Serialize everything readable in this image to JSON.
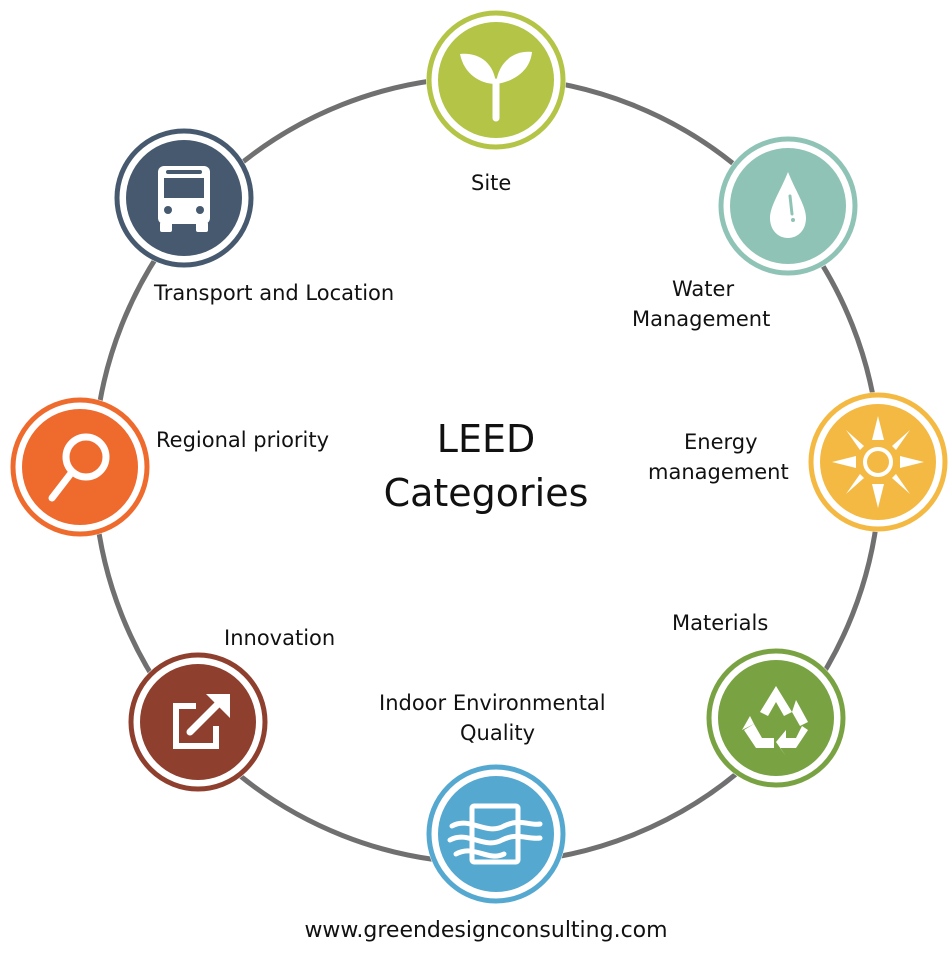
{
  "title": {
    "line1": "LEED",
    "line2": "Categories"
  },
  "website": "www.greendesignconsulting.com",
  "categories": [
    {
      "label": "Site",
      "icon": "sprout-icon",
      "color": "#b3c446"
    },
    {
      "label_line1": "Water",
      "label_line2": "Management",
      "icon": "water-drop-icon",
      "color": "#8fc3b6"
    },
    {
      "label_line1": "Energy",
      "label_line2": "management",
      "icon": "sun-icon",
      "color": "#f4b942"
    },
    {
      "label": "Materials",
      "icon": "recycle-icon",
      "color": "#79a342"
    },
    {
      "label_line1": "Indoor Environmental",
      "label_line2": "Quality",
      "icon": "air-filter-icon",
      "color": "#55a8cf"
    },
    {
      "label": "Innovation",
      "icon": "external-link-icon",
      "color": "#8e3f2e"
    },
    {
      "label": "Regional priority",
      "icon": "map-pin-icon",
      "color": "#ef6a2d"
    },
    {
      "label": "Transport and Location",
      "icon": "bus-icon",
      "color": "#46596e"
    }
  ],
  "ring_color": "#707070"
}
